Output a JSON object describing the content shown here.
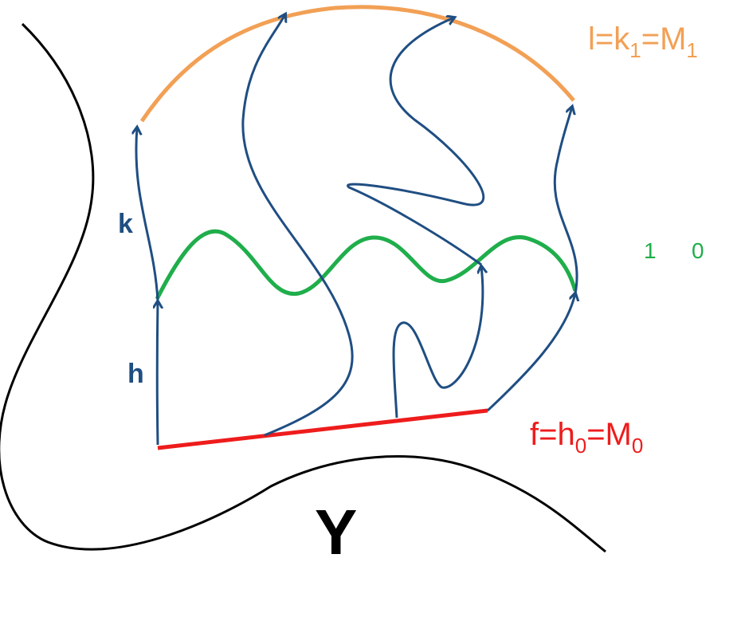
{
  "colors": {
    "boundary": "#000000",
    "path": "#1f4e82",
    "top_curve": "#f2a055",
    "middle_curve": "#1fae4b",
    "base_segment": "#ee1c1c"
  },
  "labels": {
    "k": "k",
    "h": "h",
    "space": "Y",
    "top": {
      "prefix": "l=k",
      "sub1": "1",
      "mid": "=M",
      "sub2": "1"
    },
    "bottom": {
      "prefix": "f=h",
      "sub1": "0",
      "mid": "=M",
      "sub2": "0"
    },
    "middle_left": "1",
    "middle_right": "0"
  }
}
